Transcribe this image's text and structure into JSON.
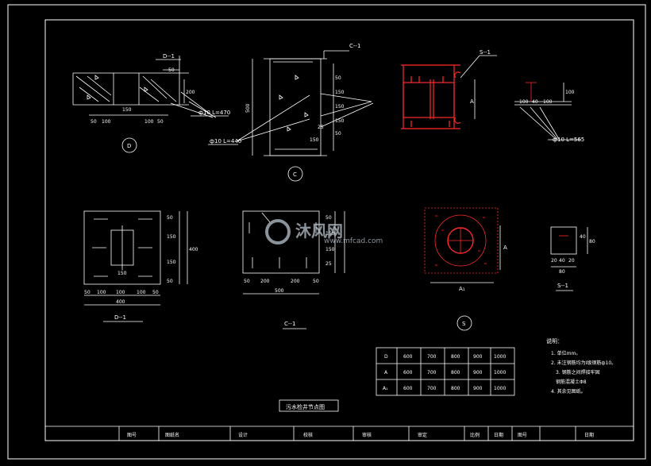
{
  "colors": {
    "background": "#000000",
    "line": "#ffffff",
    "red": "#ff2a2a",
    "watermark": "#b8c4cc"
  },
  "watermark": {
    "brand": "沐风网",
    "site": "www.mfcad.com",
    "icon": "mf-logo-icon"
  },
  "labels": {
    "d_section": "D--1",
    "rebar_d": "ф10 L=470",
    "dims_d": [
      "50",
      "100",
      "150",
      "100",
      "50"
    ],
    "dim_d_h1": "50",
    "dim_d_h2": "200",
    "marker_d": "D",
    "c_section": "C--1",
    "dim_c_h": "500",
    "dim_c_r": [
      "50",
      "150",
      "150",
      "150",
      "50"
    ],
    "dims_c": [
      "150",
      "25"
    ],
    "rebar_c": "ф10 L=440",
    "marker_c": "C",
    "s_section": "S--1",
    "dim_s_a": "A",
    "rebar_far": "ф10 L=565",
    "dims_far": [
      "100",
      "40",
      "100"
    ],
    "dim_far_v": "100",
    "plan_d_title": "D--1",
    "plan_d_bottom": [
      "50",
      "100",
      "100",
      "100",
      "50"
    ],
    "plan_d_total": "400",
    "plan_d_right": [
      "50",
      "150",
      "150",
      "50"
    ],
    "plan_d_right_total": "400",
    "plan_d_center": "150",
    "plan_c_title": "C--1",
    "plan_c_bottom": [
      "50",
      "200",
      "200",
      "50"
    ],
    "plan_c_total": "500",
    "plan_c_right": [
      "50",
      "150",
      "150",
      "25"
    ],
    "plan_a_a": "A",
    "plan_a_a1": "A₁",
    "marker_s": "S",
    "small_s_title": "S--1",
    "small_s_bottom": [
      "20",
      "40",
      "20"
    ],
    "small_s_total": "80",
    "small_s_right": [
      "40",
      "80"
    ],
    "drawing_title": "污水检井节点图",
    "notes_title": "说明：",
    "notes": [
      "1. 单位mm。",
      "2. 未注钢筋均为Ⅰ级钢筋ф10。",
      "3. 钢筋之间焊接牢固",
      "钢筋混凝土Φ8",
      "4. 其余见图纸。"
    ]
  },
  "table": {
    "rows": [
      {
        "label": "D",
        "values": [
          "600",
          "700",
          "800",
          "900",
          "1000"
        ]
      },
      {
        "label": "A",
        "values": [
          "600",
          "700",
          "800",
          "900",
          "1000"
        ]
      },
      {
        "label": "A₁",
        "values": [
          "600",
          "700",
          "800",
          "900",
          "1000"
        ]
      }
    ]
  },
  "title_block": [
    "图号",
    "图纸名",
    "设计",
    "校核",
    "审核",
    "审定",
    "比例",
    "日期",
    "图号",
    "日期"
  ]
}
